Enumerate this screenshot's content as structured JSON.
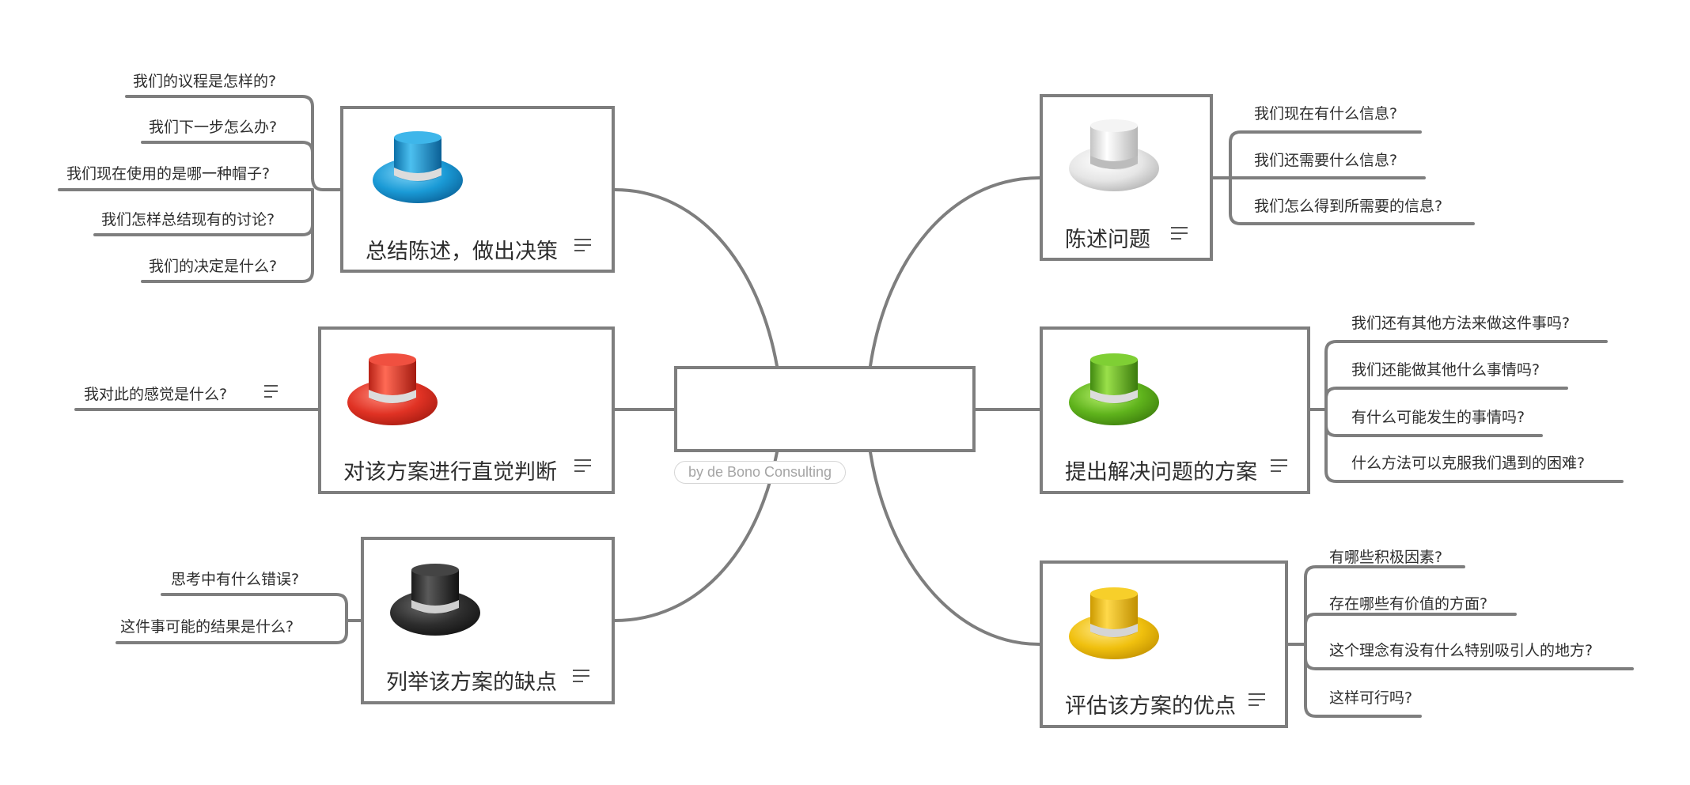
{
  "central": {
    "label": ""
  },
  "watermark": "by de Bono Consulting",
  "branches": [
    {
      "id": "blue",
      "title": "总结陈述，做出决策",
      "hat_color": "#1a9ad6",
      "questions": [
        "我们的议程是怎样的?",
        "我们下一步怎么办?",
        "我们现在使用的是哪一种帽子?",
        "我们怎样总结现有的讨论?",
        "我们的决定是什么?"
      ]
    },
    {
      "id": "red",
      "title": "对该方案进行直觉判断",
      "hat_color": "#e03224",
      "questions": [
        "我对此的感觉是什么?"
      ]
    },
    {
      "id": "black",
      "title": "列举该方案的缺点",
      "hat_color": "#2b2b2b",
      "questions": [
        "思考中有什么错误?",
        "这件事可能的结果是什么?"
      ]
    },
    {
      "id": "white",
      "title": "陈述问题",
      "hat_color": "#e9e9e9",
      "questions": [
        "我们现在有什么信息?",
        "我们还需要什么信息?",
        "我们怎么得到所需要的信息?"
      ]
    },
    {
      "id": "green",
      "title": "提出解决问题的方案",
      "hat_color": "#5fb31c",
      "questions": [
        "我们还有其他方法来做这件事吗?",
        "我们还能做其他什么事情吗?",
        "有什么可能发生的事情吗?",
        "什么方法可以克服我们遇到的困难?"
      ]
    },
    {
      "id": "yellow",
      "title": "评估该方案的优点",
      "hat_color": "#f0c00e",
      "questions": [
        "有哪些积极因素?",
        "存在哪些有价值的方面?",
        "这个理念有没有什么特别吸引人的地方?",
        "这样可行吗?"
      ]
    }
  ]
}
